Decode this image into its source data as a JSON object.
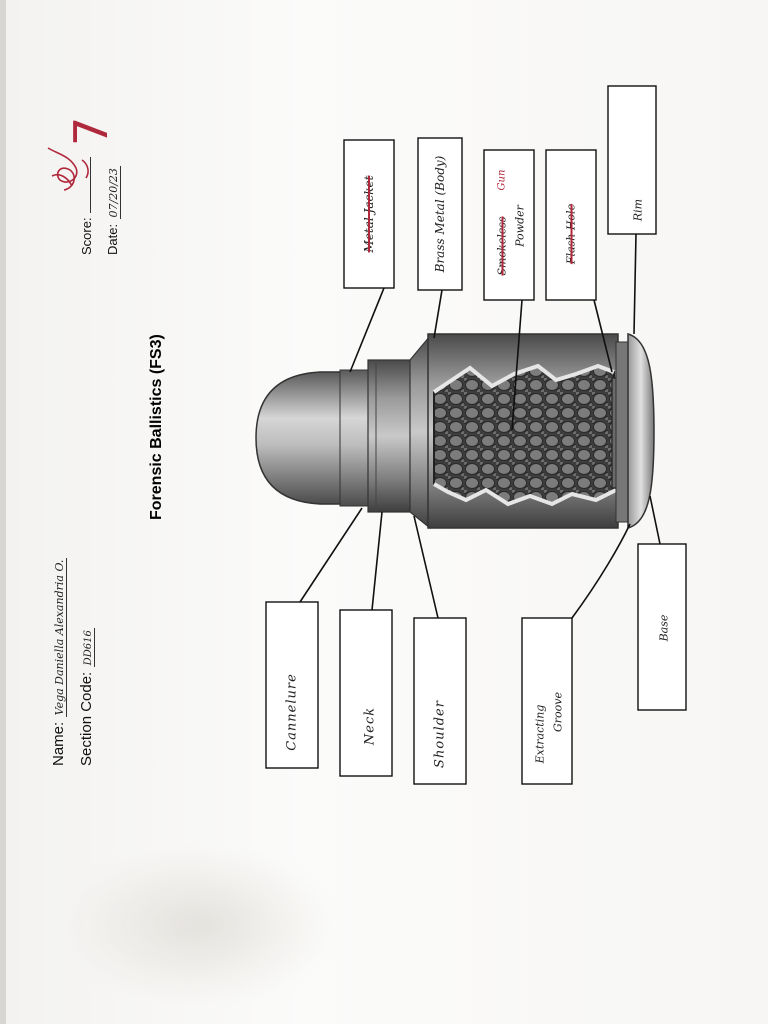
{
  "header": {
    "title": "Forensic Ballistics (FS3)",
    "name_label": "Name:",
    "name_value": "Vega Daniella Alexandria O.",
    "section_label": "Section Code:",
    "section_value": "DD616",
    "score_label": "Score:",
    "date_label": "Date:",
    "date_value": "07/20/23",
    "grade_mark": "7"
  },
  "labels": {
    "metal_jacket": "Metal Jacket",
    "brass_body": "Brass Metal (Body)",
    "smokeless_powder": "Smokeless",
    "smokeless_correction": "Gun",
    "powder": "Powder",
    "flash_hole": "Flash Hole",
    "rim": "Rim",
    "cannelure": "Cannelure",
    "neck": "Neck",
    "shoulder": "Shoulder",
    "extracting_groove_1": "Extracting",
    "extracting_groove_2": "Groove",
    "base": "Base"
  },
  "colors": {
    "ink": "#111111",
    "correction_red": "#b0283c",
    "cartridge_dark": "#4a4a4a",
    "cartridge_light": "#b8b8b8"
  }
}
